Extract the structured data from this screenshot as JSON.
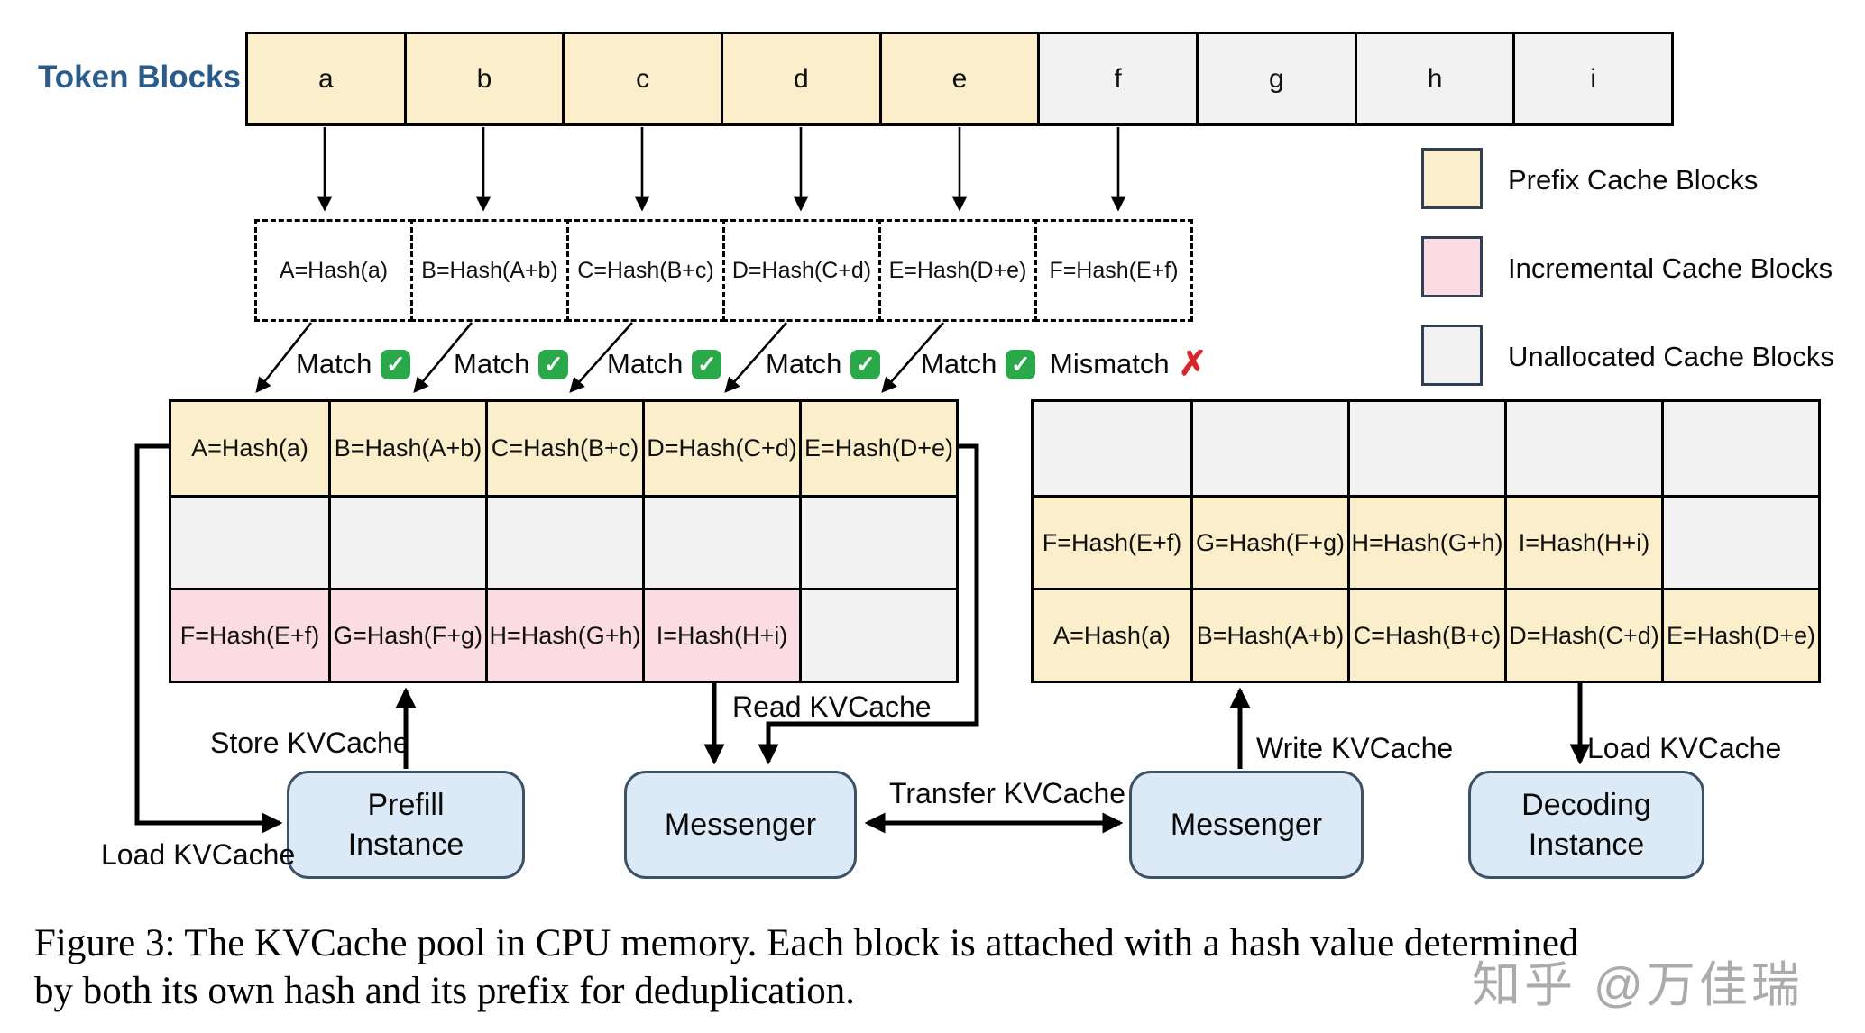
{
  "colors": {
    "c-prefix": "#FBEECB",
    "c-incremental": "#FADCE2",
    "c-unallocated": "#F2F2F3",
    "c-box-fill": "#DCE9F7",
    "c-box-stroke": "#3E5267",
    "c-title": "#2B5B8B",
    "c-check": "#2BA84A",
    "c-cross": "#D8272C",
    "c-watermark": "#ABABAB"
  },
  "icons": {
    "check": "✓",
    "cross": "✗"
  },
  "token_blocks": {
    "label": "Token Blocks",
    "cells": [
      {
        "text": "a",
        "type": "prefix"
      },
      {
        "text": "b",
        "type": "prefix"
      },
      {
        "text": "c",
        "type": "prefix"
      },
      {
        "text": "d",
        "type": "prefix"
      },
      {
        "text": "e",
        "type": "prefix"
      },
      {
        "text": "f",
        "type": "unallocated"
      },
      {
        "text": "g",
        "type": "unallocated"
      },
      {
        "text": "h",
        "type": "unallocated"
      },
      {
        "text": "i",
        "type": "unallocated"
      }
    ]
  },
  "hash_blocks": {
    "cells": [
      {
        "text": "A=Hash(a)"
      },
      {
        "text": "B=Hash(A+b)"
      },
      {
        "text": "C=Hash(B+c)"
      },
      {
        "text": "D=Hash(C+d)"
      },
      {
        "text": "E=Hash(D+e)"
      },
      {
        "text": "F=Hash(E+f)"
      }
    ]
  },
  "match_row": {
    "items": [
      {
        "label": "Match",
        "icon": "check"
      },
      {
        "label": "Match",
        "icon": "check"
      },
      {
        "label": "Match",
        "icon": "check"
      },
      {
        "label": "Match",
        "icon": "check"
      },
      {
        "label": "Match",
        "icon": "check"
      },
      {
        "label": "Mismatch",
        "icon": "cross"
      }
    ]
  },
  "kvcache_pool_left": {
    "rows": [
      {
        "cells": [
          {
            "text": "A=Hash(a)",
            "type": "prefix"
          },
          {
            "text": "B=Hash(A+b)",
            "type": "prefix"
          },
          {
            "text": "C=Hash(B+c)",
            "type": "prefix"
          },
          {
            "text": "D=Hash(C+d)",
            "type": "prefix"
          },
          {
            "text": "E=Hash(D+e)",
            "type": "prefix"
          }
        ]
      },
      {
        "cells": [
          {
            "text": "",
            "type": "unallocated"
          },
          {
            "text": "",
            "type": "unallocated"
          },
          {
            "text": "",
            "type": "unallocated"
          },
          {
            "text": "",
            "type": "unallocated"
          },
          {
            "text": "",
            "type": "unallocated"
          }
        ]
      },
      {
        "cells": [
          {
            "text": "F=Hash(E+f)",
            "type": "incremental"
          },
          {
            "text": "G=Hash(F+g)",
            "type": "incremental"
          },
          {
            "text": "H=Hash(G+h)",
            "type": "incremental"
          },
          {
            "text": "I=Hash(H+i)",
            "type": "incremental"
          },
          {
            "text": "",
            "type": "unallocated"
          }
        ]
      }
    ]
  },
  "kvcache_pool_right": {
    "rows": [
      {
        "cells": [
          {
            "text": "",
            "type": "unallocated"
          },
          {
            "text": "",
            "type": "unallocated"
          },
          {
            "text": "",
            "type": "unallocated"
          },
          {
            "text": "",
            "type": "unallocated"
          },
          {
            "text": "",
            "type": "unallocated"
          }
        ]
      },
      {
        "cells": [
          {
            "text": "F=Hash(E+f)",
            "type": "prefix"
          },
          {
            "text": "G=Hash(F+g)",
            "type": "prefix"
          },
          {
            "text": "H=Hash(G+h)",
            "type": "prefix"
          },
          {
            "text": "I=Hash(H+i)",
            "type": "prefix"
          },
          {
            "text": "",
            "type": "unallocated"
          }
        ]
      },
      {
        "cells": [
          {
            "text": "A=Hash(a)",
            "type": "prefix"
          },
          {
            "text": "B=Hash(A+b)",
            "type": "prefix"
          },
          {
            "text": "C=Hash(B+c)",
            "type": "prefix"
          },
          {
            "text": "D=Hash(C+d)",
            "type": "prefix"
          },
          {
            "text": "E=Hash(D+e)",
            "type": "prefix"
          }
        ]
      }
    ]
  },
  "legend": {
    "items": [
      {
        "label": "Prefix Cache Blocks",
        "type": "prefix"
      },
      {
        "label": "Incremental Cache Blocks",
        "type": "incremental"
      },
      {
        "label": "Unallocated Cache Blocks",
        "type": "unallocated"
      }
    ]
  },
  "flow_labels": {
    "store": "Store KVCache",
    "load_left": "Load KVCache",
    "read": "Read KVCache",
    "transfer": "Transfer KVCache",
    "write": "Write KVCache",
    "load_right": "Load KVCache"
  },
  "instances": [
    {
      "line1": "Prefill",
      "line2": "Instance"
    },
    {
      "line1": "Messenger",
      "line2": ""
    },
    {
      "line1": "Messenger",
      "line2": ""
    },
    {
      "line1": "Decoding",
      "line2": "Instance"
    }
  ],
  "caption": {
    "line1": "Figure 3: The KVCache pool in CPU memory. Each block is attached with a hash value determined",
    "line2": "by both its own hash and its prefix for deduplication."
  },
  "watermark": "知乎 @万佳瑞"
}
